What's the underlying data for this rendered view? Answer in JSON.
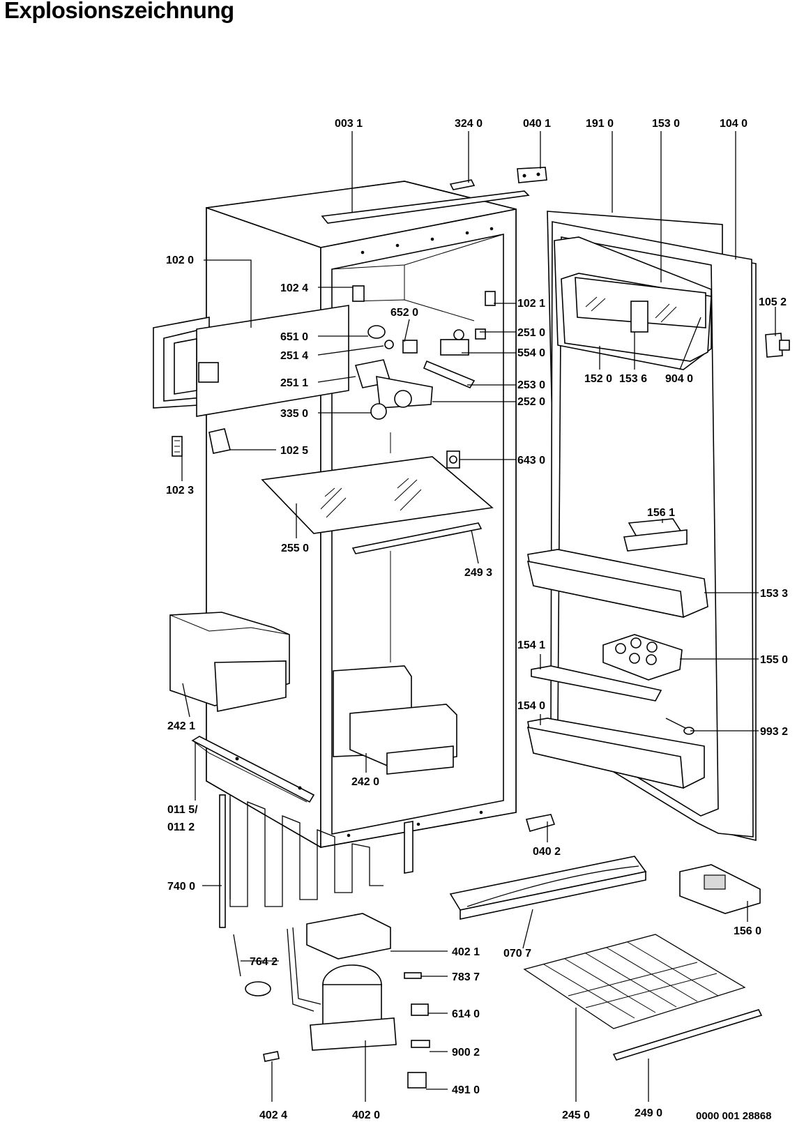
{
  "title": "Explosionszeichnung",
  "document_number": "0000 001 28868",
  "parts": [
    {
      "id": "p0031",
      "label": "003 1"
    },
    {
      "id": "p3240",
      "label": "324 0"
    },
    {
      "id": "p0401",
      "label": "040 1"
    },
    {
      "id": "p1910",
      "label": "191 0"
    },
    {
      "id": "p1530",
      "label": "153 0"
    },
    {
      "id": "p1040",
      "label": "104 0"
    },
    {
      "id": "p1020",
      "label": "102 0"
    },
    {
      "id": "p1024",
      "label": "102 4"
    },
    {
      "id": "p1021",
      "label": "102 1"
    },
    {
      "id": "p1052",
      "label": "105 2"
    },
    {
      "id": "p6520",
      "label": "652 0"
    },
    {
      "id": "p6510",
      "label": "651 0"
    },
    {
      "id": "p2510",
      "label": "251 0"
    },
    {
      "id": "p2514",
      "label": "251 4"
    },
    {
      "id": "p5540",
      "label": "554 0"
    },
    {
      "id": "p1520",
      "label": "152 0"
    },
    {
      "id": "p1536",
      "label": "153 6"
    },
    {
      "id": "p9040",
      "label": "904 0"
    },
    {
      "id": "p2511",
      "label": "251 1"
    },
    {
      "id": "p2530",
      "label": "253 0"
    },
    {
      "id": "p3350",
      "label": "335 0"
    },
    {
      "id": "p2520",
      "label": "252 0"
    },
    {
      "id": "p1025",
      "label": "102 5"
    },
    {
      "id": "p6430",
      "label": "643 0"
    },
    {
      "id": "p1023",
      "label": "102 3"
    },
    {
      "id": "p1561",
      "label": "156 1"
    },
    {
      "id": "p2550",
      "label": "255 0"
    },
    {
      "id": "p2493",
      "label": "249 3"
    },
    {
      "id": "p1533",
      "label": "153 3"
    },
    {
      "id": "p1541",
      "label": "154 1"
    },
    {
      "id": "p1550",
      "label": "155 0"
    },
    {
      "id": "p1540",
      "label": "154 0"
    },
    {
      "id": "p2421",
      "label": "242 1"
    },
    {
      "id": "p9932",
      "label": "993 2"
    },
    {
      "id": "p2420",
      "label": "242 0"
    },
    {
      "id": "p0115",
      "label": "011 5/"
    },
    {
      "id": "p0112",
      "label": "011 2"
    },
    {
      "id": "p0402",
      "label": "040 2"
    },
    {
      "id": "p7400",
      "label": "740 0"
    },
    {
      "id": "p1560",
      "label": "156 0"
    },
    {
      "id": "p7642",
      "label": "764 2"
    },
    {
      "id": "p4021",
      "label": "402 1"
    },
    {
      "id": "p0707",
      "label": "070 7"
    },
    {
      "id": "p7837",
      "label": "783 7"
    },
    {
      "id": "p6140",
      "label": "614 0"
    },
    {
      "id": "p9002",
      "label": "900 2"
    },
    {
      "id": "p4910",
      "label": "491 0"
    },
    {
      "id": "p4024",
      "label": "402 4"
    },
    {
      "id": "p4020",
      "label": "402 0"
    },
    {
      "id": "p2450",
      "label": "245 0"
    },
    {
      "id": "p2490",
      "label": "249 0"
    }
  ]
}
